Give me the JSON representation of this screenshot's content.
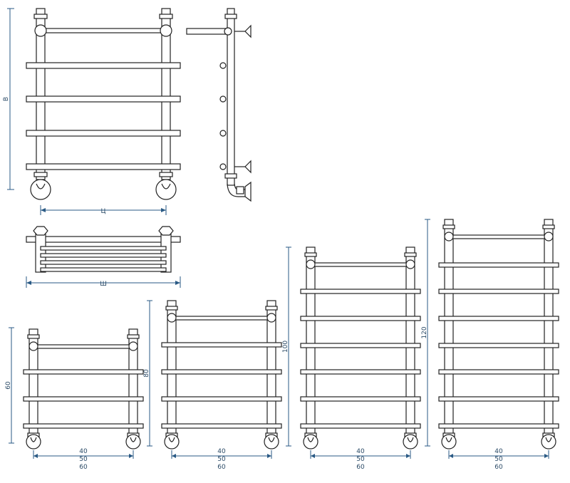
{
  "labels": {
    "height": "В",
    "center": "Ц",
    "width": "Ш"
  },
  "models": [
    {
      "height": "60",
      "widths": [
        "40",
        "50",
        "60"
      ]
    },
    {
      "height": "80",
      "widths": [
        "40",
        "50",
        "60"
      ]
    },
    {
      "height": "100",
      "widths": [
        "40",
        "50",
        "60"
      ]
    },
    {
      "height": "120",
      "widths": [
        "40",
        "50",
        "60"
      ]
    }
  ],
  "colors": {
    "line": "#222222",
    "dimension": "#2a5a85"
  }
}
